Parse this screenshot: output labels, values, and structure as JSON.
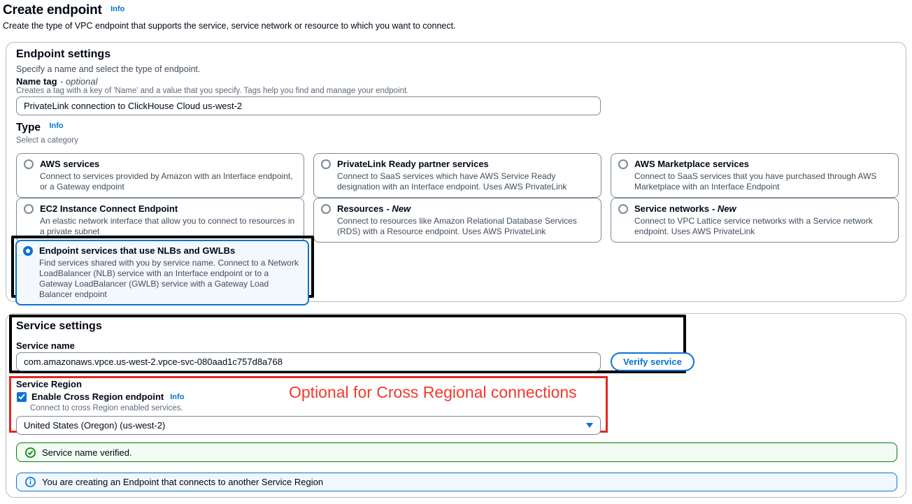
{
  "page": {
    "title": "Create endpoint",
    "info_label": "Info",
    "description": "Create the type of VPC endpoint that supports the service, service network or resource to which you want to connect."
  },
  "endpoint_settings": {
    "title": "Endpoint settings",
    "description": "Specify a name and select the type of endpoint.",
    "name_tag": {
      "label": "Name tag",
      "optional_label": "- optional",
      "help": "Creates a tag with a key of 'Name' and a value that you specify. Tags help you find and manage your endpoint.",
      "value": "PrivateLink connection to ClickHouse Cloud us-west-2"
    },
    "type": {
      "label": "Type",
      "info_label": "Info",
      "description": "Select a category",
      "options": [
        {
          "title": "AWS services",
          "description": "Connect to services provided by Amazon with an Interface endpoint, or a Gateway endpoint",
          "selected": false
        },
        {
          "title": "PrivateLink Ready partner services",
          "description": "Connect to SaaS services which have AWS Service Ready designation with an Interface endpoint. Uses AWS PrivateLink",
          "selected": false
        },
        {
          "title": "AWS Marketplace services",
          "description": "Connect to SaaS services that you have purchased through AWS Marketplace with an Interface Endpoint",
          "selected": false
        },
        {
          "title": "EC2 Instance Connect Endpoint",
          "description": "An elastic network interface that allow you to connect to resources in a private subnet",
          "selected": false
        },
        {
          "title": "Resources",
          "suffix": "- New",
          "description": "Connect to resources like Amazon Relational Database Services (RDS) with a Resource endpoint. Uses AWS PrivateLink",
          "selected": false
        },
        {
          "title": "Service networks",
          "suffix": "- New",
          "description": "Connect to VPC Lattice service networks with a Service network endpoint. Uses AWS PrivateLink",
          "selected": false
        },
        {
          "title": "Endpoint services that use NLBs and GWLBs",
          "description": "Find services shared with you by service name. Connect to a Network LoadBalancer (NLB) service with an Interface endpoint or to a Gateway LoadBalancer (GWLB) service with a Gateway Load Balancer endpoint",
          "selected": true
        }
      ]
    }
  },
  "service_settings": {
    "title": "Service settings",
    "service_name": {
      "label": "Service name",
      "value": "com.amazonaws.vpce.us-west-2.vpce-svc-080aad1c757d8a768"
    },
    "verify_button_label": "Verify service",
    "service_region": {
      "label": "Service Region",
      "checkbox_label": "Enable Cross Region endpoint",
      "checkbox_checked": true,
      "info_label": "Info",
      "help": "Connect to cross Region enabled services.",
      "selected_region": "United States (Oregon) (us-west-2)"
    }
  },
  "annotations": {
    "red_note": "Optional for Cross Regional connections"
  },
  "alerts": {
    "success_message": "Service name verified.",
    "info_message": "You are creating an Endpoint that connects to another Service Region"
  },
  "colors": {
    "accent_blue": "#0972d3",
    "success_green": "#037f0c",
    "success_bg": "#f2fcf3",
    "info_bg": "#f0f7ff",
    "selected_tile_bg": "#f2f8fd",
    "annotation_red": "#e8251d",
    "annotation_black": "#000000"
  }
}
